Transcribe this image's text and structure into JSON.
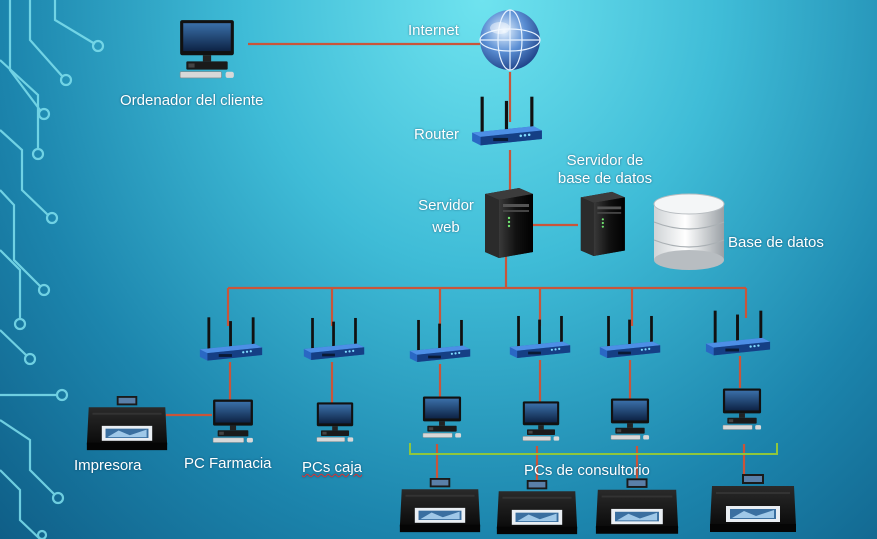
{
  "labels": {
    "client": "Ordenador del cliente",
    "internet": "Internet",
    "router": "Router",
    "db_server": "Servidor de base de datos",
    "web_server_line1": "Servidor",
    "web_server_line2": "web",
    "database": "Base de datos",
    "printer": "Impresora",
    "pc_pharmacy": "PC Farmacia",
    "pcs_cash": "PCs caja",
    "pcs_consult": "PCs de consultorio"
  },
  "colors": {
    "link": "#c9553a",
    "bracket": "#8fc63c",
    "circuit": "#7fe0ee"
  },
  "icons": {
    "client": "desktop-computer-icon",
    "internet": "globe-icon",
    "router": "wireless-router-icon",
    "web_server": "server-tower-icon",
    "db_server": "server-tower-icon",
    "database": "database-cylinder-icon",
    "printer": "printer-icon"
  }
}
